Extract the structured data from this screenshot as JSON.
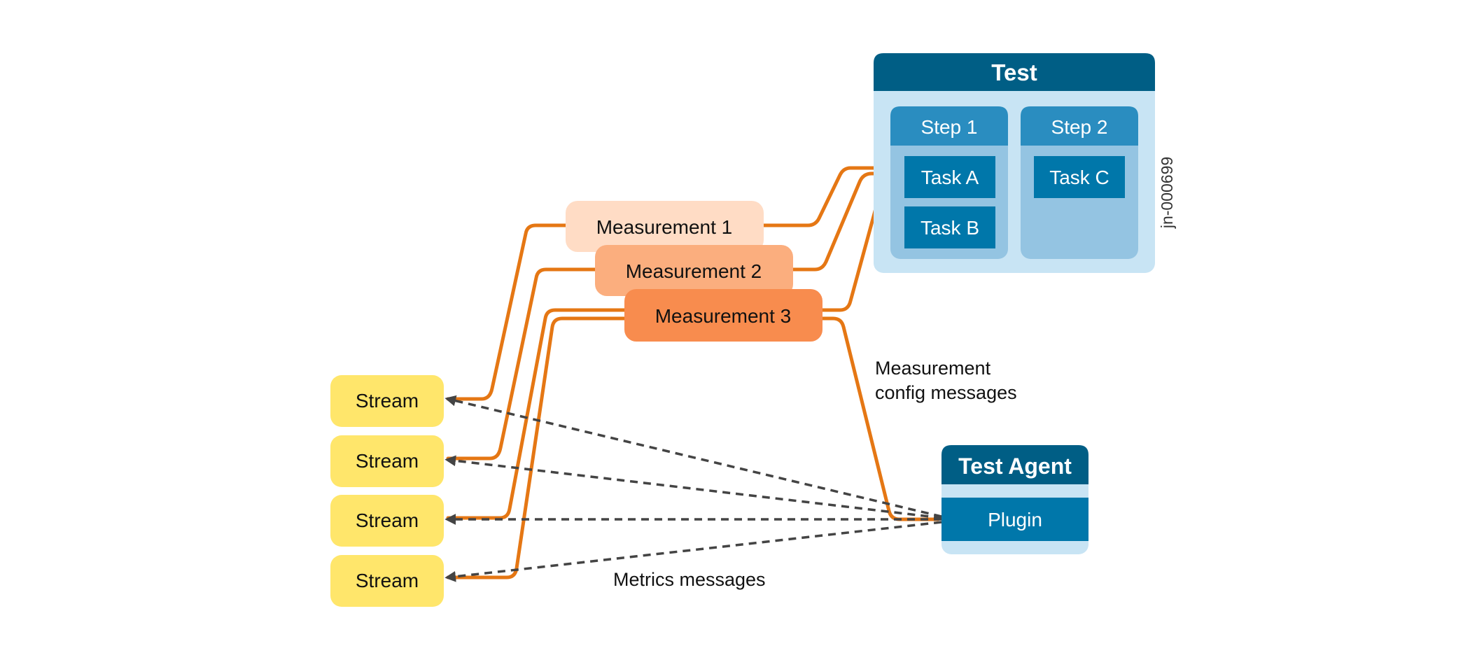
{
  "test": {
    "title": "Test",
    "steps": [
      {
        "label": "Step 1",
        "tasks": [
          "Task A",
          "Task B"
        ]
      },
      {
        "label": "Step 2",
        "tasks": [
          "Task C"
        ]
      }
    ]
  },
  "measurements": [
    "Measurement 1",
    "Measurement 2",
    "Measurement 3"
  ],
  "streams": [
    "Stream",
    "Stream",
    "Stream",
    "Stream"
  ],
  "test_agent": {
    "title": "Test Agent",
    "plugin": "Plugin"
  },
  "annotations": {
    "config_line1": "Measurement",
    "config_line2": "config messages",
    "metrics": "Metrics messages"
  },
  "figure_id": "jn-000699",
  "colors": {
    "header_dark": "#005E85",
    "panel_light": "#C8E4F4",
    "step_header": "#2A8DC0",
    "step_body": "#94C4E2",
    "task_box": "#0077AA",
    "measurement_1": "#FFDCC5",
    "measurement_2": "#FBAE7E",
    "measurement_3": "#F88C4E",
    "stream": "#FFE66B",
    "config_line": "#E57714",
    "metrics_line": "#444444"
  }
}
